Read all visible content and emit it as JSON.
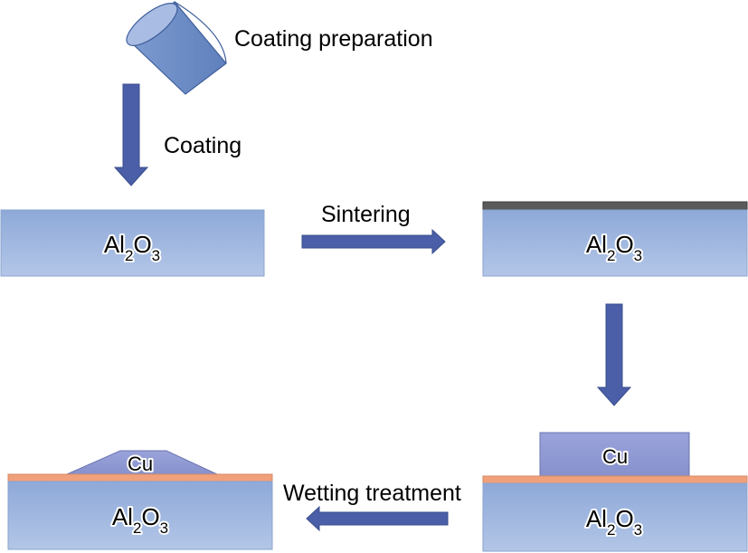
{
  "labels": {
    "coating_preparation": "Coating preparation",
    "coating": "Coating",
    "sintering": "Sintering",
    "wetting_treatment": "Wetting treatment"
  },
  "substrate": {
    "element": "Al",
    "sub1": "2",
    "element2": "O",
    "sub2": "3"
  },
  "metal": "Cu",
  "colors": {
    "substrate_fill_top": "#8ea9d8",
    "substrate_fill_bottom": "#b3c6e7",
    "substrate_stroke": "#8aa3cf",
    "arrow_fill": "#4a5fa8",
    "arrow_stroke": "#3a4d8c",
    "cup_fill": "#6f90c8",
    "cu_fill": "#8e98d2",
    "coating_layer": "#5a5a5a",
    "wetted_layer": "#f0a07a"
  }
}
